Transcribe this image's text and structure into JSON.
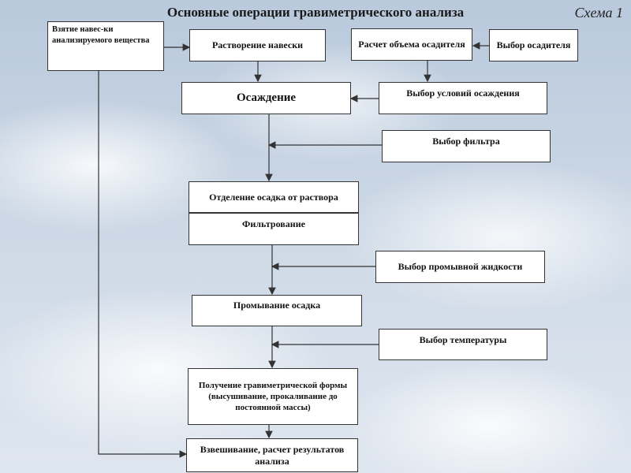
{
  "title": "Основные операции гравиметрического анализа",
  "schema_label": "Схема 1",
  "boxes": {
    "sample": "Взятие навес-ки анализируемого вещества",
    "dissolve": "Растворение навески",
    "calc_volume": "Расчет объема осадителя",
    "choose_precipitant": "Выбор осадителя",
    "precipitation": "Осаждение",
    "conditions": "Выбор условий осаждения",
    "filter_choice": "Выбор фильтра",
    "separation": "Отделение осадка от раствора",
    "filtration": "Фильтрование",
    "wash_liquid": "Выбор промывной жидкости",
    "washing": "Промывание осадка",
    "temperature": "Выбор температуры",
    "form": "Получение гравиметрической формы (высушивание, прокаливание до постоянной массы)",
    "weighing": "Взвешивание, расчет результатов анализа"
  }
}
